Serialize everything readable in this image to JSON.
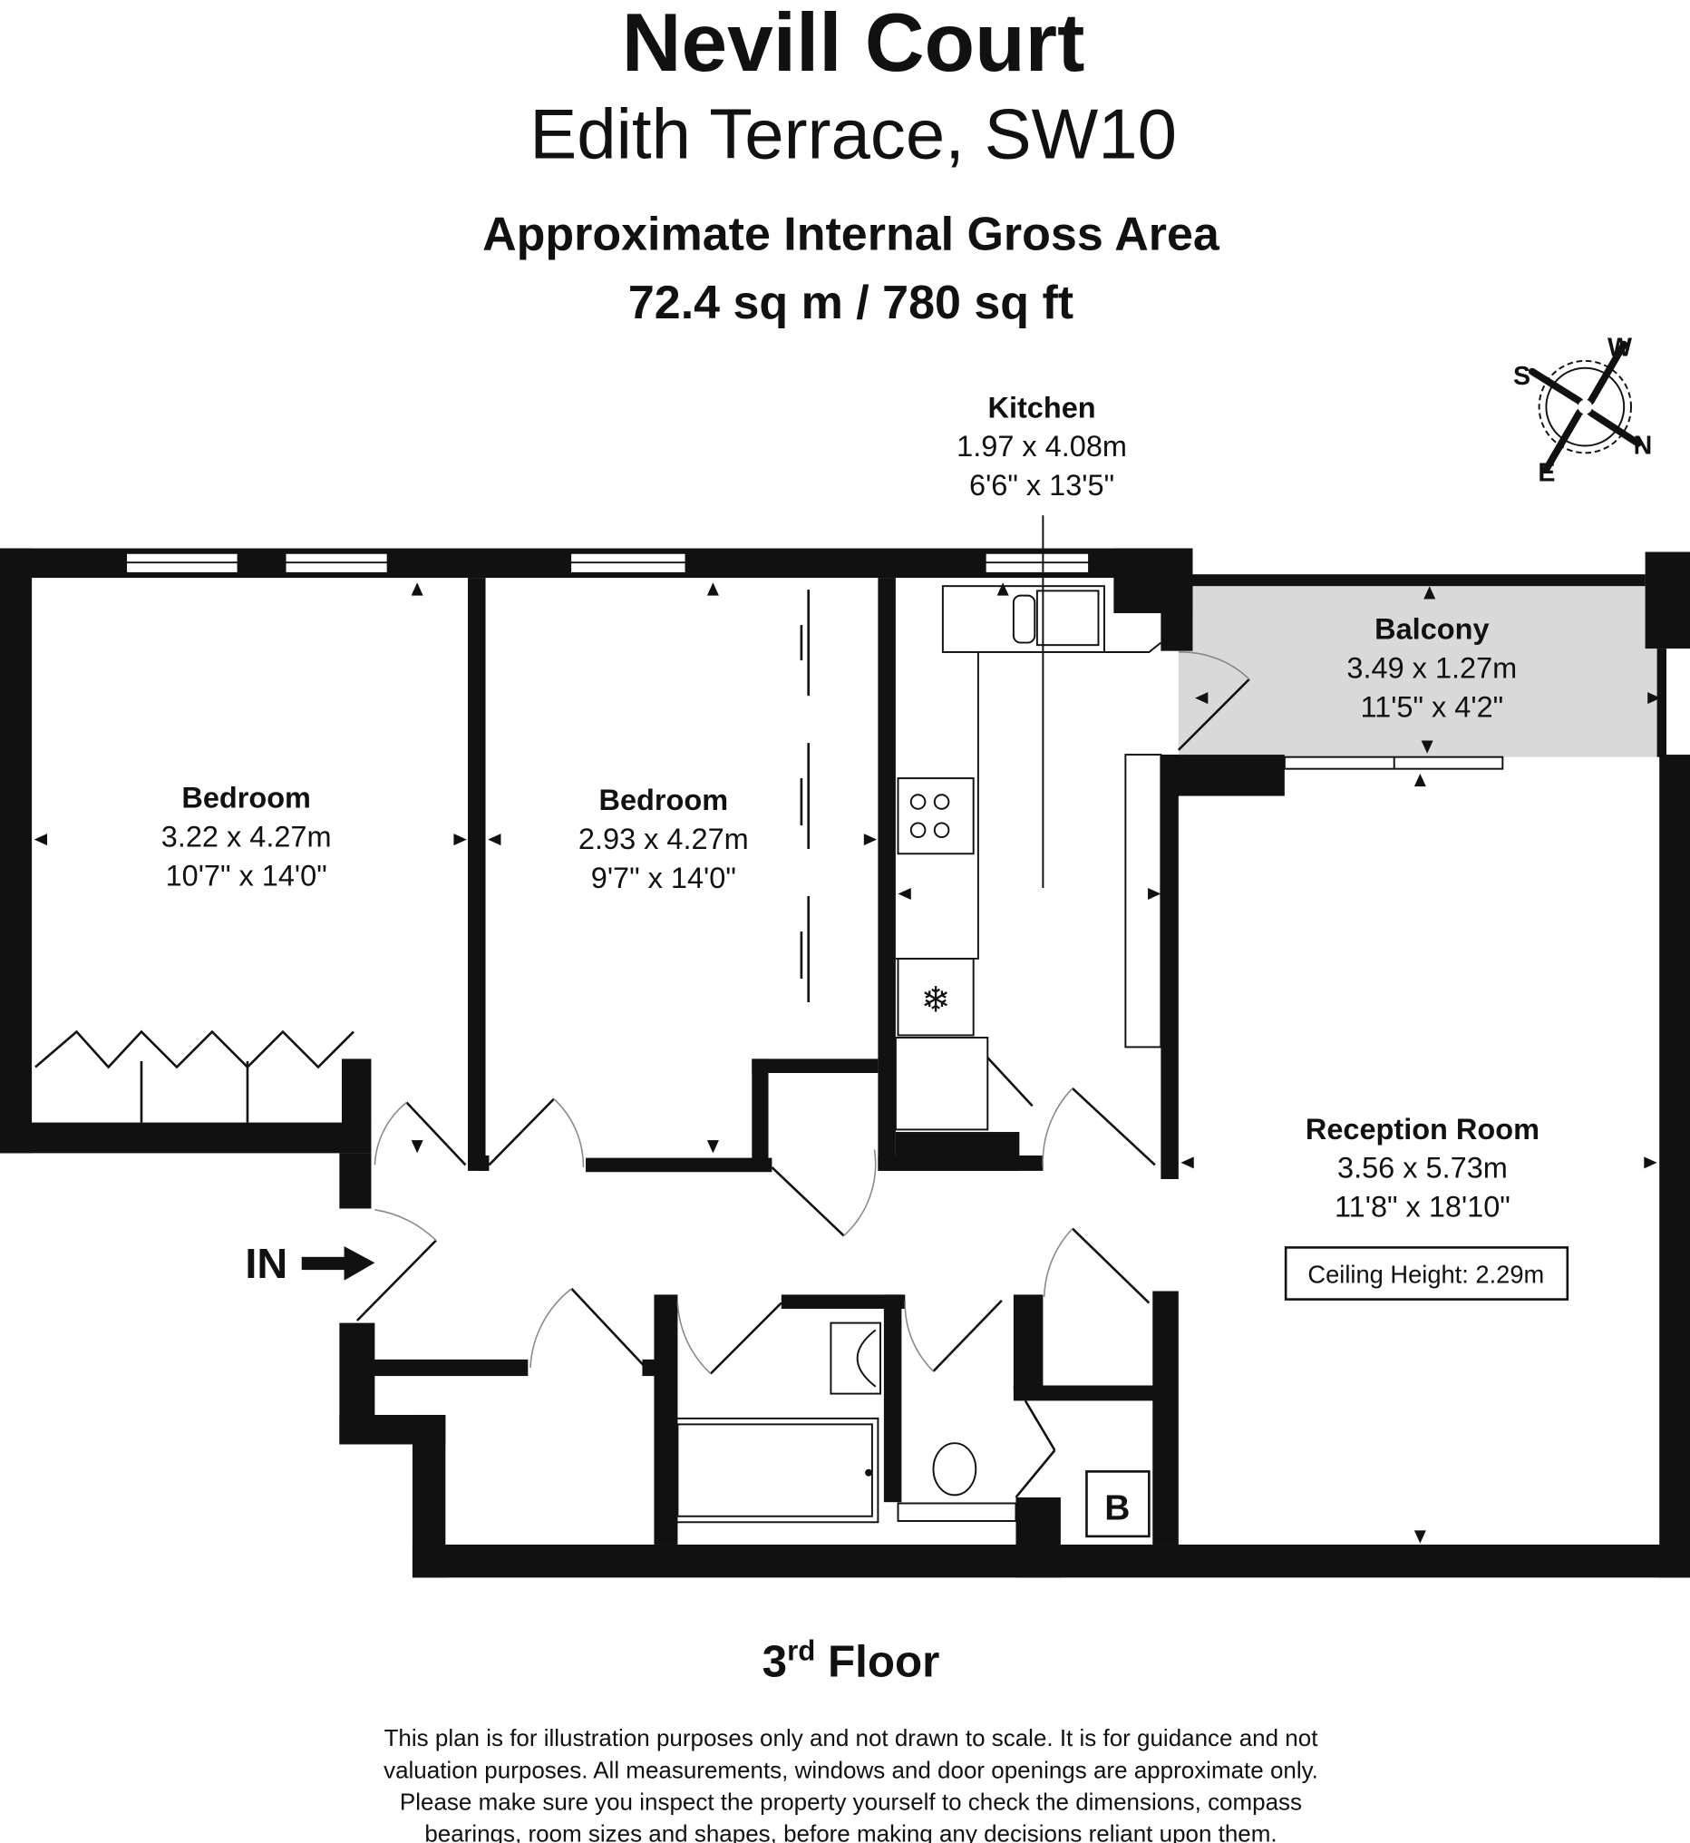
{
  "header": {
    "title": "Nevill Court",
    "subtitle": "Edith Terrace, SW10",
    "area_label": "Approximate Internal Gross Area",
    "area_value": "72.4 sq m / 780 sq ft"
  },
  "compass": {
    "n": "N",
    "s": "S",
    "e": "E",
    "w": "W"
  },
  "rooms": {
    "bedroom1": {
      "name": "Bedroom",
      "metric": "3.22 x 4.27m",
      "imperial": "10'7\" x 14'0\""
    },
    "bedroom2": {
      "name": "Bedroom",
      "metric": "2.93 x 4.27m",
      "imperial": "9'7\" x 14'0\""
    },
    "kitchen": {
      "name": "Kitchen",
      "metric": "1.97 x 4.08m",
      "imperial": "6'6\" x 13'5\""
    },
    "balcony": {
      "name": "Balcony",
      "metric": "3.49 x 1.27m",
      "imperial": "11'5\" x 4'2\""
    },
    "reception": {
      "name": "Reception Room",
      "metric": "3.56 x 5.73m",
      "imperial": "11'8\" x 18'10\""
    }
  },
  "ceiling_height": "Ceiling Height: 2.29m",
  "entrance_label": "IN",
  "boiler_label": "B",
  "floor": {
    "number": "3",
    "suffix": "rd",
    "word": "Floor"
  },
  "disclaimer": [
    "This plan is for illustration purposes only and not drawn to scale. It is for guidance and not",
    "valuation purposes. All measurements, windows and door openings are approximate only.",
    "Please make sure you inspect the property yourself to check the dimensions, compass",
    "bearings, room sizes and shapes, before making any decisions reliant upon them."
  ],
  "colors": {
    "wall": "#111111",
    "balcony": "#d9d9d9"
  }
}
